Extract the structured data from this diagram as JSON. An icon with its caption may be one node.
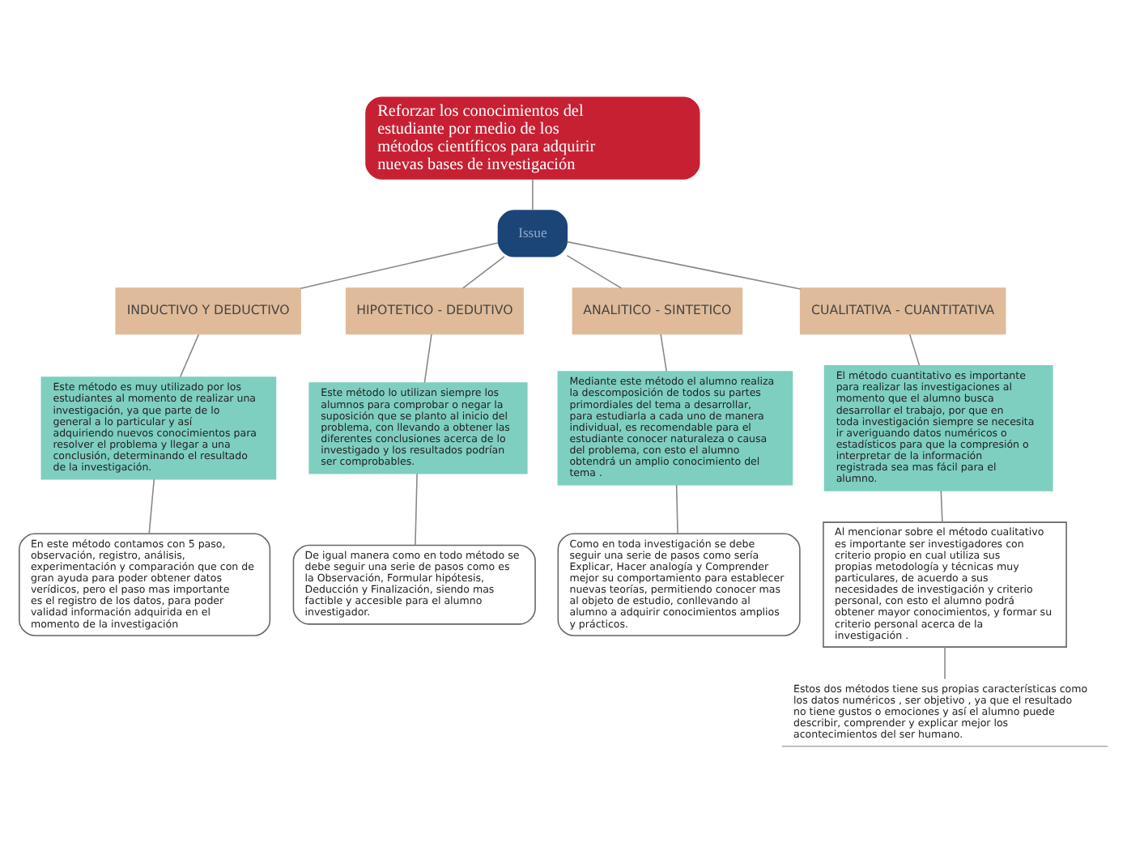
{
  "diagram": {
    "nodes": [
      {
        "text": [
          "Reforzar los conocimientos del estudiante por medio de los métodos científicos para adquirir nuevas bases de investigación"
        ]
      },
      {
        "text": [
          "Issue"
        ]
      },
      {
        "text": [
          "INDUCTIVO Y DEDUCTIVO"
        ]
      },
      {
        "text": [
          "HIPOTETICO - DEDUTIVO"
        ]
      },
      {
        "text": [
          "ANALITICO - SINTETICO"
        ]
      },
      {
        "text": [
          "CUALITATIVA - CUANTITATIVA"
        ]
      },
      {
        "text": [
          "Este método es muy utilizado por los estudiantes al momento de realizar una investigación, ya que parte de lo general a lo particular y así adquiriendo nuevos conocimientos para resolver el problema y llegar a una conclusión, determinando el resultado de la investigación."
        ]
      },
      {
        "text": [
          "Este método lo utilizan siempre los alumnos para comprobar o negar la suposición que se planto al inicio del problema, con llevando a obtener las diferentes conclusiones acerca de lo investigado y los resultados podrían ser comprobables."
        ]
      },
      {
        "text": [
          "Mediante este método el alumno realiza la descomposición de todos su partes primordiales del tema a desarrollar, para estudiarla a cada uno de manera individual, es recomendable para el estudiante conocer naturaleza o causa del problema, con esto el alumno obtendrá un amplio conocimiento del tema ."
        ]
      },
      {
        "text": [
          "El método cuantitativo es importante para realizar las investigaciones al momento que el alumno busca desarrollar el trabajo, por que en toda investigación siempre se necesita ir averiguando datos numéricos o estadísticos para que la compresión o interpretar de la información registrada sea mas fácil para el alumno."
        ]
      },
      {
        "text": [
          "En este método contamos con 5 paso, observación, registro, análisis, experimentación y comparación que con de gran ayuda para poder obtener datos verídicos, pero el paso mas importante es el registro de los datos, para poder validad información adquirida en el momento de la investigación"
        ]
      },
      {
        "text": [
          "De igual manera como en todo método se debe seguir una serie de pasos como es la Observación, Formular hipótesis, Deducción y Finalización, siendo mas factible y accesible para el alumno investigador."
        ]
      },
      {
        "text": [
          "Como en toda investigación se debe seguir una serie de pasos como sería Explicar, Hacer analogía y Comprender mejor su comportamiento para establecer nuevas teorías, permitiendo conocer mas al objeto de estudio, conllevando al alumno a adquirir conocimientos amplios y prácticos."
        ]
      },
      {
        "text": [
          "Al mencionar sobre el método cualitativo es importante ser investigadores con criterio propio en cual utiliza sus propias metodología y técnicas muy particulares, de acuerdo a sus necesidades de investigación y criterio personal, con esto el alumno podrá obtener mayor conocimientos, y formar su criterio personal acerca de la investigación ."
        ]
      },
      {
        "text": [
          "Estos dos métodos tiene sus propias características como los datos numéricos , ser objetivo , ya que el resultado no tiene gustos o emociones y así el alumno puede describir, comprender y explicar mejor los acontecimientos del ser humano."
        ]
      }
    ],
    "edges": [
      {
        "from": 0,
        "to": 1,
        "arrow": "none"
      },
      {
        "from": 1,
        "to": 2,
        "arrow": "none"
      },
      {
        "from": 1,
        "to": 3,
        "arrow": "none"
      },
      {
        "from": 1,
        "to": 4,
        "arrow": "none"
      },
      {
        "from": 1,
        "to": 5,
        "arrow": "none"
      },
      {
        "from": 2,
        "to": 6,
        "arrow": "none"
      },
      {
        "from": 3,
        "to": 7,
        "arrow": "none"
      },
      {
        "from": 4,
        "to": 8,
        "arrow": "none"
      },
      {
        "from": 5,
        "to": 9,
        "arrow": "none"
      },
      {
        "from": 6,
        "to": 10,
        "arrow": "none"
      },
      {
        "from": 7,
        "to": 11,
        "arrow": "none"
      },
      {
        "from": 8,
        "to": 12,
        "arrow": "none"
      },
      {
        "from": 9,
        "to": 13,
        "arrow": "none"
      },
      {
        "from": 13,
        "to": 14,
        "arrow": "none"
      }
    ]
  }
}
